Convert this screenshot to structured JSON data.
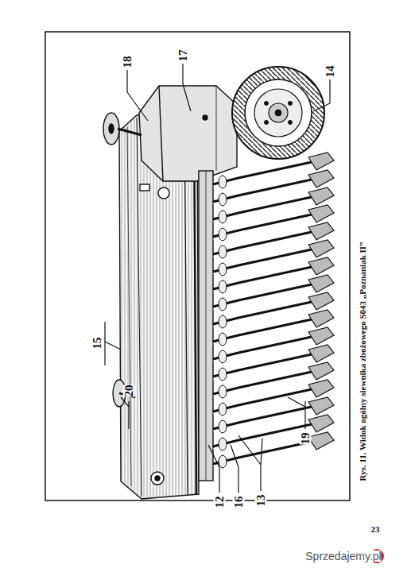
{
  "diagram": {
    "caption": "Rys. 11. Widok ogólny siewnika zbożowego S043 „Poznaniak II”",
    "labels": [
      "18",
      "17",
      "14",
      "15",
      "20",
      "12",
      "16",
      "13",
      "19",
      "23",
      "Sprzedajemy.pl"
    ]
  }
}
